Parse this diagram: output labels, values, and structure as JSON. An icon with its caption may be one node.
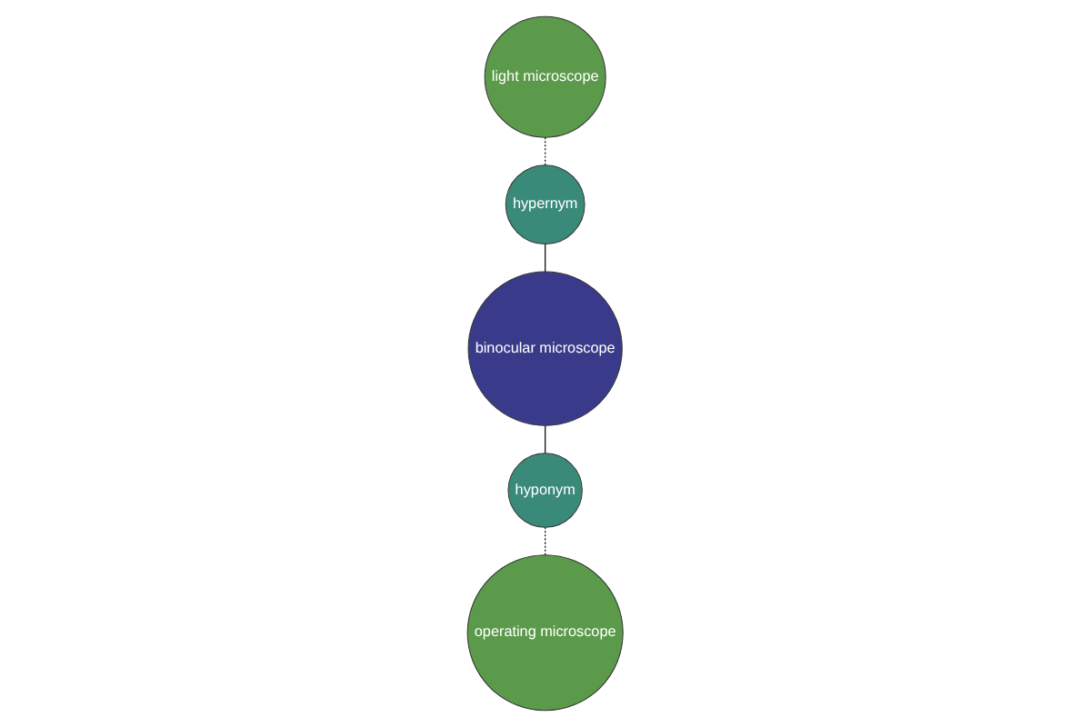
{
  "diagram": {
    "nodes": [
      {
        "text": [
          "light microscope"
        ]
      },
      {
        "text": [
          "hypernym"
        ]
      },
      {
        "text": [
          "binocular microscope"
        ]
      },
      {
        "text": [
          "hyponym"
        ]
      },
      {
        "text": [
          "operating microscope"
        ]
      }
    ],
    "edges": [
      {
        "from": 0,
        "to": 1,
        "arrow": "none",
        "style": "dashed"
      },
      {
        "from": 1,
        "to": 2,
        "arrow": "none"
      },
      {
        "from": 2,
        "to": 3,
        "arrow": "none"
      },
      {
        "from": 3,
        "to": 4,
        "arrow": "none",
        "style": "dashed"
      }
    ]
  }
}
